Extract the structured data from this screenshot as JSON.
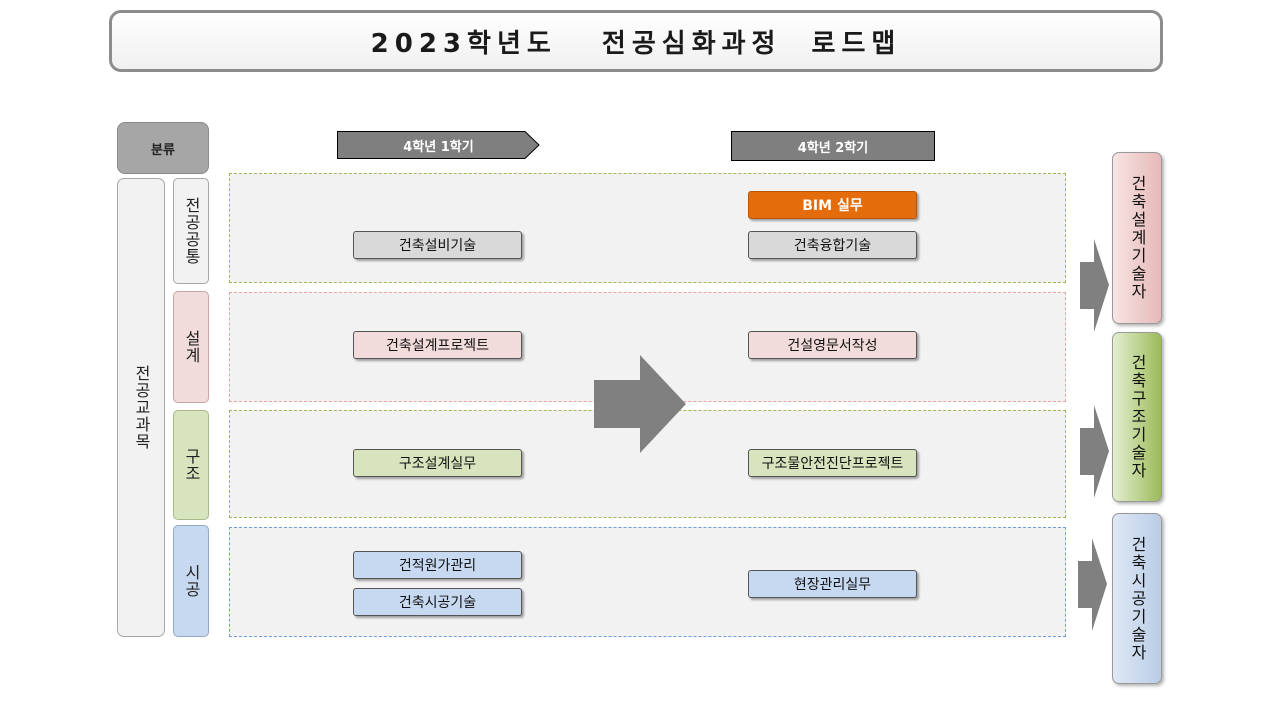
{
  "title": "2023학년도   전공심화과정  로드맵",
  "header": {
    "category_label": "분류",
    "semester1": "4학년 1학기",
    "semester2": "4학년 2학기"
  },
  "groups": {
    "outer_label": "전공교과목",
    "rows": [
      {
        "label": "전공공통"
      },
      {
        "label": "설계"
      },
      {
        "label": "구조"
      },
      {
        "label": "시공"
      }
    ]
  },
  "courses": {
    "common_s1": "건축설비기술",
    "common_s2_highlight": "BIM 실무",
    "common_s2": "건축융합기술",
    "design_s1": "건축설계프로젝트",
    "design_s2": "건설영문서작성",
    "structure_s1": "구조설계실무",
    "structure_s2": "구조물안전진단프로젝트",
    "construction_s1a": "건적원가관리",
    "construction_s1b": "건축시공기술",
    "construction_s2": "현장관리실무"
  },
  "careers": [
    {
      "label": "건축설계기술자"
    },
    {
      "label": "건축구조기술자"
    },
    {
      "label": "건축시공기술자"
    }
  ],
  "colors": {
    "highlight": "#e46c0a",
    "design": "#f2dcdb",
    "structure": "#d7e4bd",
    "construction": "#c6d9f1",
    "arrow": "#808080"
  }
}
